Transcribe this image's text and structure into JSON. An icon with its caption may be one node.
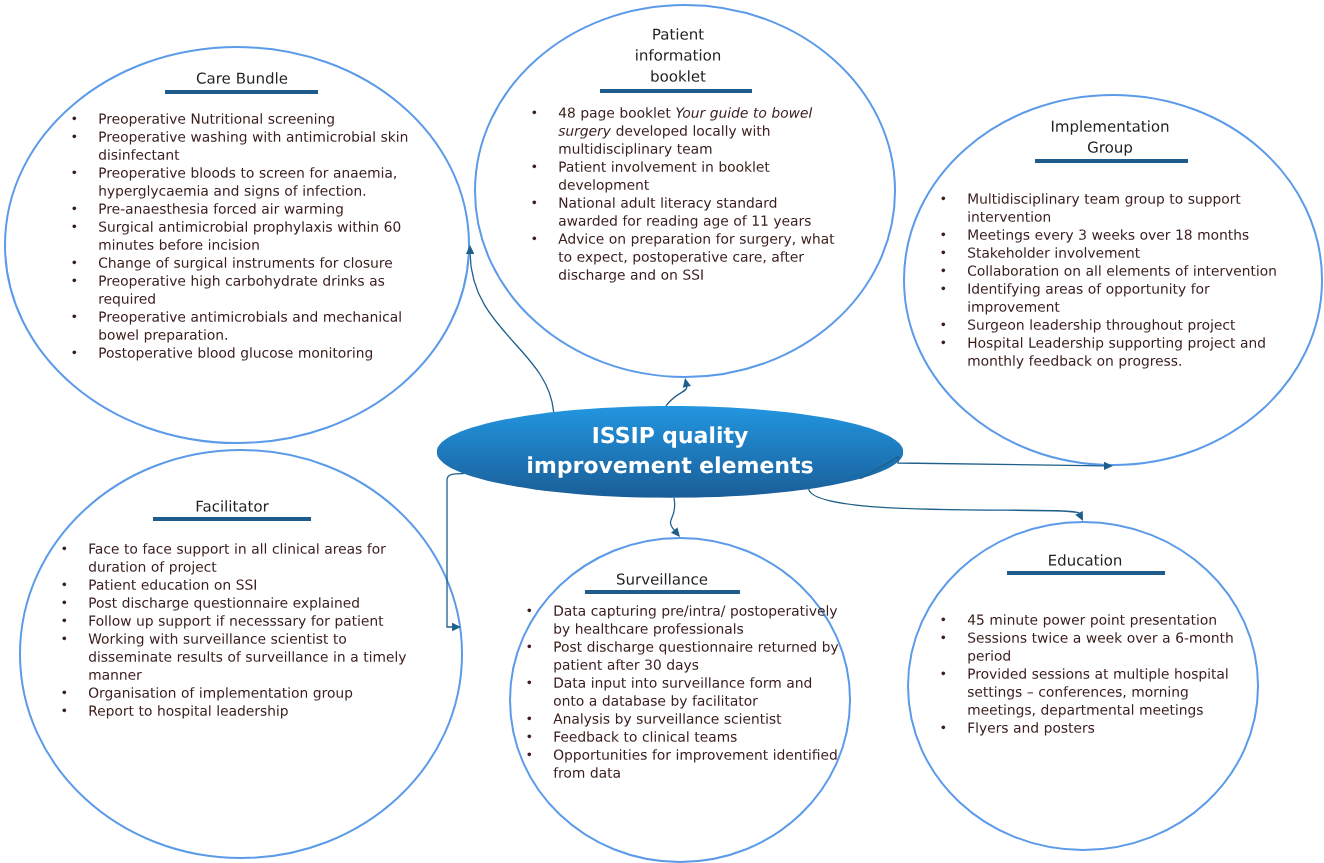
{
  "diagram": {
    "nodes": [
      {
        "text": [
          "Care Bundle",
          "Preoperative Nutritional screening",
          "Preoperative washing with antimicrobial skin disinfectant",
          "Preoperative bloods to screen for anaemia, hyperglycaemia and signs of infection.",
          "Pre-anaesthesia forced air warming",
          "Surgical antimicrobial prophylaxis within 60 minutes before incision",
          "Change of surgical instruments for closure",
          "Preoperative high carbohydrate drinks as required",
          "Preoperative antimicrobials and mechanical bowel preparation.",
          "Postoperative blood glucose monitoring"
        ]
      },
      {
        "text": [
          "Patient information booklet",
          "48 page booklet *Your guide to bowel surgery* developed locally with multidisciplinary team",
          "Patient involvement in booklet development",
          "National adult literacy standard awarded for reading age of 11 years",
          "Advice on preparation for surgery, what to expect, postoperative care, after discharge and on SSI"
        ]
      },
      {
        "text": [
          "Implementation Group",
          "Multidisciplinary team group to support intervention",
          "Meetings every 3 weeks over 18 months",
          "Stakeholder involvement",
          "Collaboration on all elements of intervention",
          "Identifying areas of opportunity for improvement",
          "Surgeon leadership throughout project",
          "Hospital Leadership supporting project and monthly feedback on progress."
        ]
      },
      {
        "text": [
          "ISSIP quality improvement elements"
        ]
      },
      {
        "text": [
          "Facilitator",
          "Face to face support in all clinical areas for duration of project",
          "Patient education on SSI",
          "Post discharge questionnaire explained",
          "Follow up support if necesssary for patient",
          "Working with surveillance scientist to disseminate results of surveillance in a timely manner",
          "Organisation of implementation group",
          "Report to hospital leadership"
        ]
      },
      {
        "text": [
          "Surveillance",
          "Data capturing pre/intra/ postoperatively by healthcare professionals",
          "Post discharge questionnaire returned by patient after 30 days",
          "Data input into surveillance form and onto a database by facilitator",
          "Analysis by surveillance scientist",
          "Feedback to clinical teams",
          "Opportunities for improvement identified from data"
        ]
      },
      {
        "text": [
          "Education",
          "45 minute power point presentation",
          "Sessions twice a week over a 6-month period",
          "Provided sessions at multiple hospital settings – conferences, morning meetings, departmental meetings",
          "Flyers and posters"
        ]
      }
    ],
    "edges": [
      {
        "from": 3,
        "to": 0,
        "arrow": "to"
      },
      {
        "from": 3,
        "to": 1,
        "arrow": "to"
      },
      {
        "from": 3,
        "to": 2,
        "arrow": "to"
      },
      {
        "from": 3,
        "to": 5,
        "arrow": "to"
      },
      {
        "from": 3,
        "to": 6,
        "arrow": "to"
      },
      {
        "from": 3,
        "to": 4,
        "arrow": "to"
      }
    ]
  }
}
